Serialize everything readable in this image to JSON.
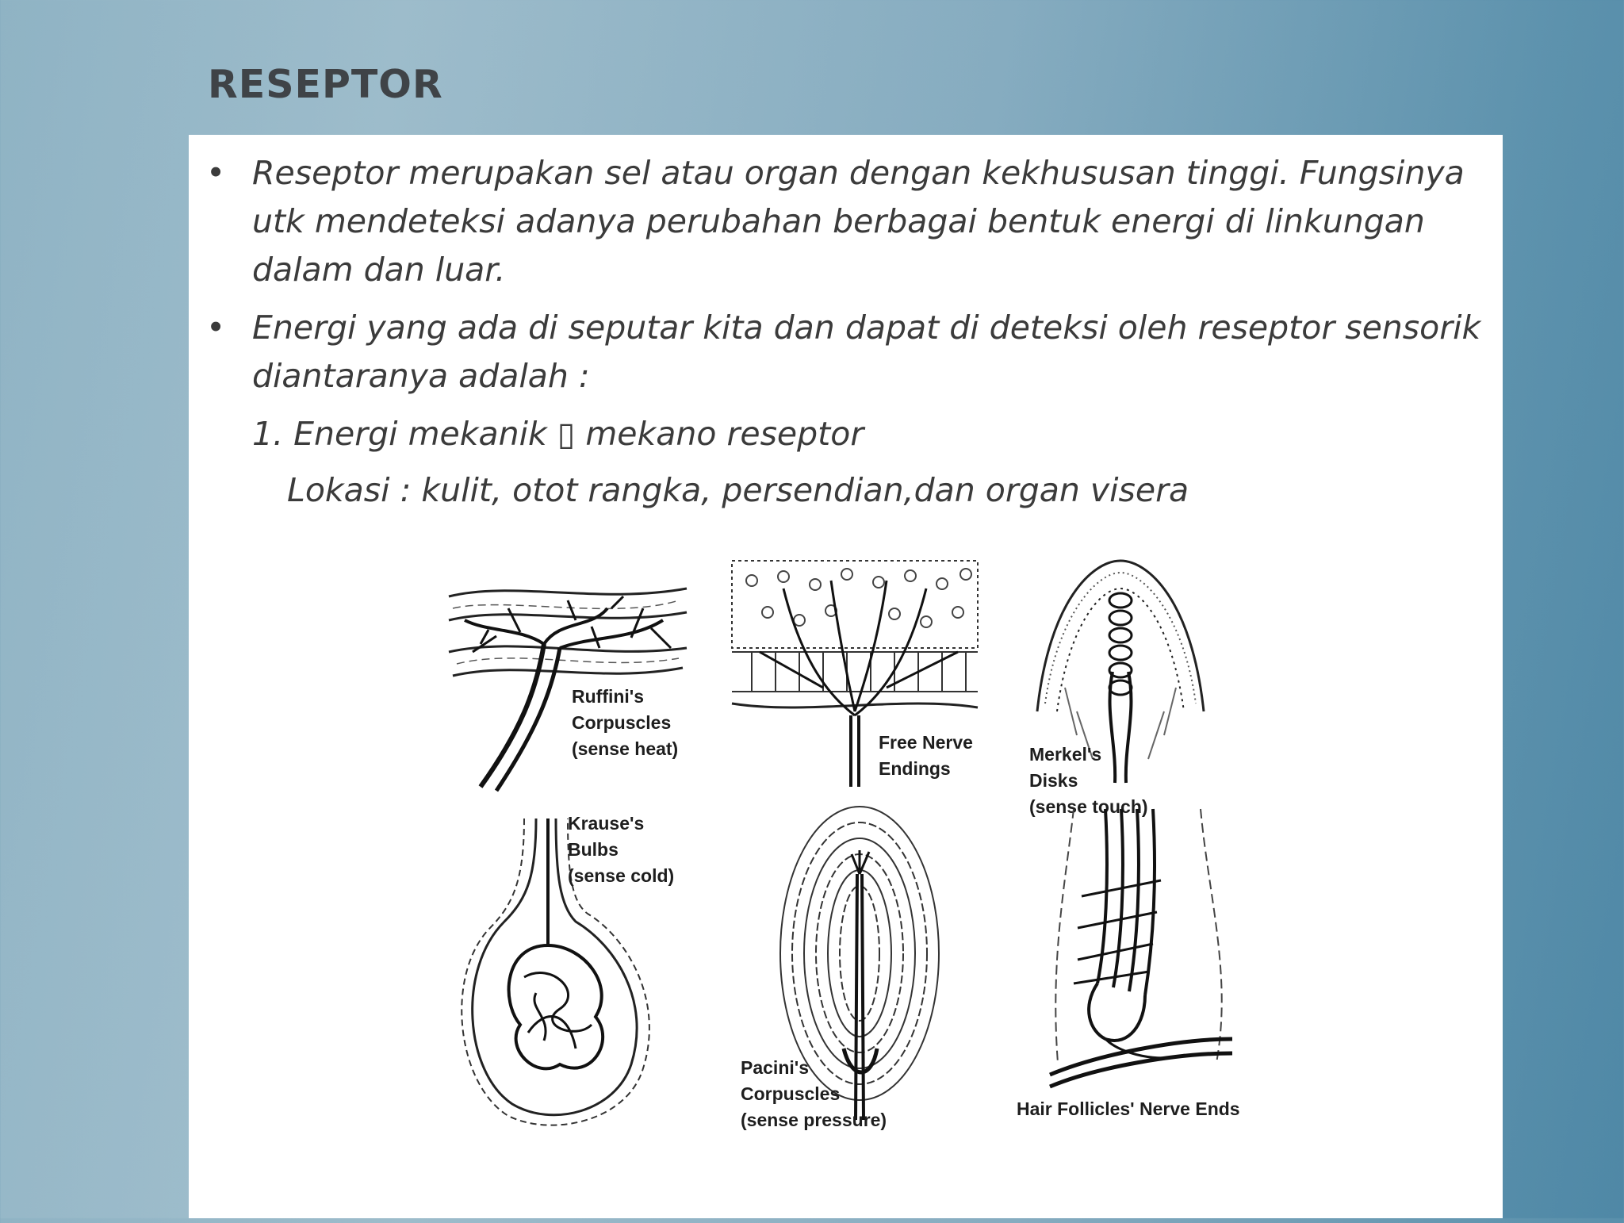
{
  "slide": {
    "title": "RESEPTOR",
    "bullets": [
      "Reseptor merupakan sel atau organ dengan kekhususan  tinggi. Fungsinya utk mendeteksi adanya perubahan berbagai bentuk energi di linkungan dalam dan luar.",
      "Energi yang   ada di seputar kita dan dapat di deteksi oleh reseptor sensorik diantaranya adalah :"
    ],
    "bullet_symbol": "•",
    "sub_item": "1. Energi mekanik ▯  mekano reseptor",
    "sub_detail": "Lokasi : kulit, otot rangka, persendian,dan organ visera"
  },
  "figure": {
    "receptors": [
      {
        "icon": "ruffini-corpuscles-icon",
        "label_lines": [
          "Ruffini's",
          "Corpuscles",
          "(sense heat)"
        ]
      },
      {
        "icon": "free-nerve-endings-icon",
        "label_lines": [
          "Free Nerve",
          "Endings"
        ]
      },
      {
        "icon": "merkels-disks-icon",
        "label_lines": [
          "Merkel's",
          "Disks",
          "(sense touch)"
        ]
      },
      {
        "icon": "krauses-bulbs-icon",
        "label_lines": [
          "Krause's",
          "Bulbs",
          "(sense cold)"
        ]
      },
      {
        "icon": "pacinis-corpuscles-icon",
        "label_lines": [
          "Pacini's",
          "Corpuscles",
          "(sense pressure)"
        ]
      },
      {
        "icon": "hair-follicle-nerve-ends-icon",
        "label_lines": [
          "Hair Follicles' Nerve Ends"
        ]
      }
    ]
  }
}
